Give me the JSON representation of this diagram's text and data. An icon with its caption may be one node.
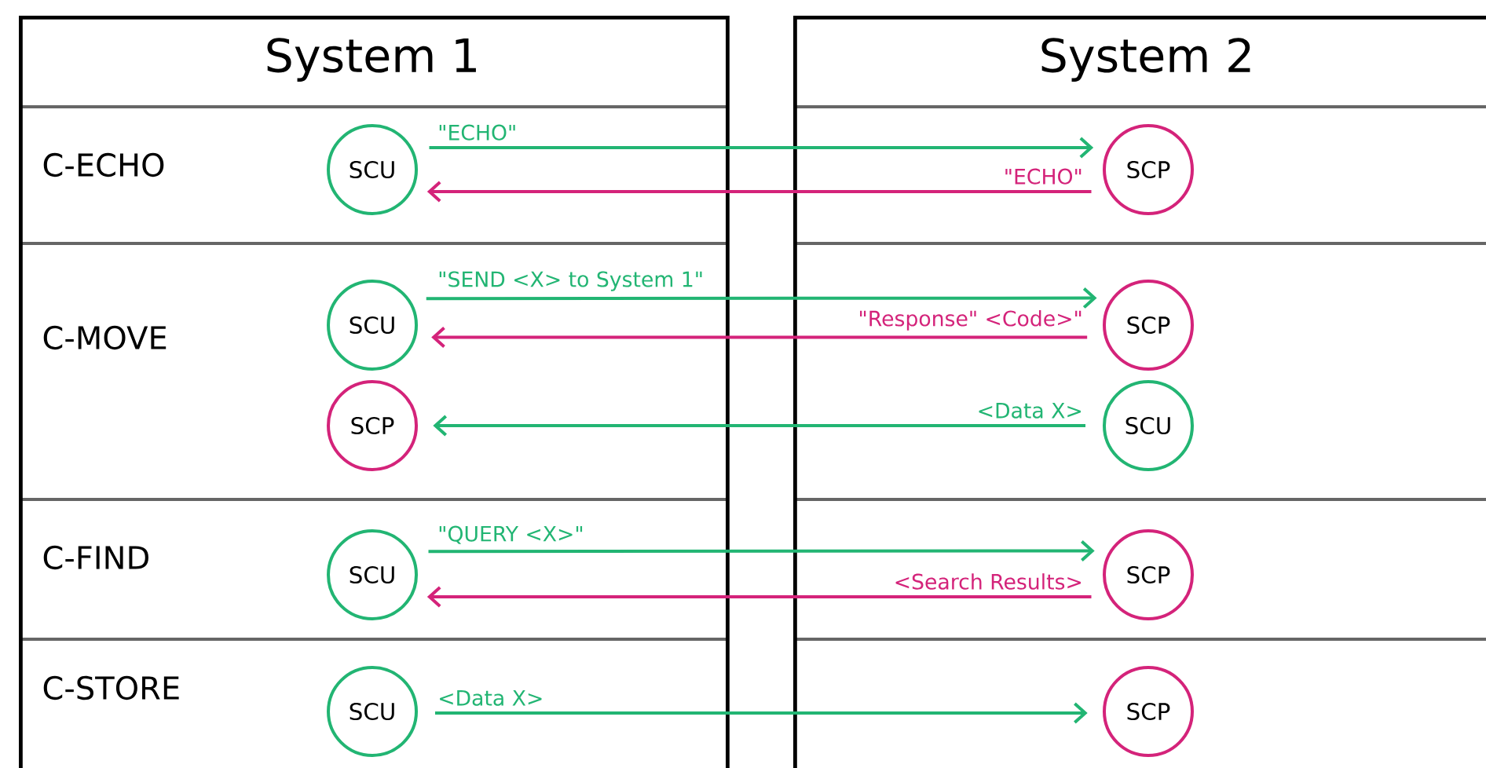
{
  "diagram": {
    "nodes": [
      {
        "text": [
          "System 1"
        ]
      },
      {
        "text": [
          "System 2"
        ]
      },
      {
        "text": [
          "SCU"
        ],
        "in": 0
      },
      {
        "text": [
          "SCP"
        ],
        "in": 1
      },
      {
        "text": [
          "SCU"
        ],
        "in": 0
      },
      {
        "text": [
          "SCP"
        ],
        "in": 1
      },
      {
        "text": [
          "SCP"
        ],
        "in": 0
      },
      {
        "text": [
          "SCU"
        ],
        "in": 1
      },
      {
        "text": [
          "SCU"
        ],
        "in": 0
      },
      {
        "text": [
          "SCP"
        ],
        "in": 1
      },
      {
        "text": [
          "SCU"
        ],
        "in": 0
      },
      {
        "text": [
          "SCP"
        ],
        "in": 1
      }
    ],
    "edges": [
      {
        "from": 2,
        "to": 3,
        "arrow": "to",
        "label": "\"ECHO\""
      },
      {
        "from": 3,
        "to": 2,
        "arrow": "to",
        "label": "\"ECHO\"",
        "color": "#d4237a"
      },
      {
        "from": 4,
        "to": 5,
        "arrow": "to",
        "label": "\"SEND <X> to System 1\""
      },
      {
        "from": 5,
        "to": 4,
        "arrow": "to",
        "label": "\"Response\" <Code>\"",
        "color": "#d4237a"
      },
      {
        "from": 7,
        "to": 6,
        "arrow": "to",
        "label": "<Data X>"
      },
      {
        "from": 8,
        "to": 9,
        "arrow": "to",
        "label": "\"QUERY <X>\""
      },
      {
        "from": 9,
        "to": 8,
        "arrow": "to",
        "label": "<Search Results>",
        "color": "#d4237a"
      },
      {
        "from": 10,
        "to": 11,
        "arrow": "to",
        "label": "<Data X>"
      }
    ],
    "labels": [
      "C-ECHO",
      "C-MOVE",
      "C-FIND",
      "C-STORE"
    ]
  }
}
